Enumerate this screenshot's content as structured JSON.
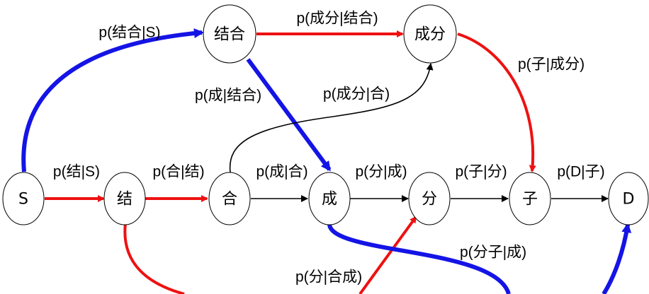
{
  "colors": {
    "red": "#ee1111",
    "blue": "#1414e6",
    "black": "#000000",
    "node_fill": "#ffffff"
  },
  "nodes": {
    "S": "S",
    "jie": "结",
    "he": "合",
    "cheng": "成",
    "fen": "分",
    "zi": "子",
    "D": "D",
    "jiehe": "结合",
    "chengfen": "成分"
  },
  "edges": [
    {
      "id": "s-jie",
      "from": "S",
      "to": "结",
      "color": "red",
      "label": "p(结|S)"
    },
    {
      "id": "jie-he",
      "from": "结",
      "to": "合",
      "color": "red",
      "label": "p(合|结)"
    },
    {
      "id": "he-cheng",
      "from": "合",
      "to": "成",
      "color": "black",
      "label": "p(成|合)"
    },
    {
      "id": "cheng-fen",
      "from": "成",
      "to": "分",
      "color": "black",
      "label": "p(分|成)"
    },
    {
      "id": "fen-zi",
      "from": "分",
      "to": "子",
      "color": "black",
      "label": "p(子|分)"
    },
    {
      "id": "zi-d",
      "from": "子",
      "to": "D",
      "color": "black",
      "label": "p(D|子)"
    },
    {
      "id": "s-jiehe",
      "from": "S",
      "to": "结合",
      "color": "blue",
      "label": "p(结合|S)"
    },
    {
      "id": "jiehe-chengfen",
      "from": "结合",
      "to": "成分",
      "color": "red",
      "label": "p(成分|结合)"
    },
    {
      "id": "chengfen-zi",
      "from": "成分",
      "to": "子",
      "color": "red",
      "label": "p(子|成分)"
    },
    {
      "id": "jiehe-cheng",
      "from": "结合",
      "to": "成",
      "color": "blue",
      "label": "p(成|结合)"
    },
    {
      "id": "he-chengfen",
      "from": "合",
      "to": "成分",
      "color": "black",
      "label": "p(成分|合)"
    },
    {
      "id": "jie-fen",
      "from": "结",
      "to": "分",
      "color": "red",
      "label": "p(分|合成)"
    },
    {
      "id": "cheng-d",
      "from": "成",
      "to": "D",
      "color": "blue",
      "label": "p(分子|成)"
    }
  ]
}
